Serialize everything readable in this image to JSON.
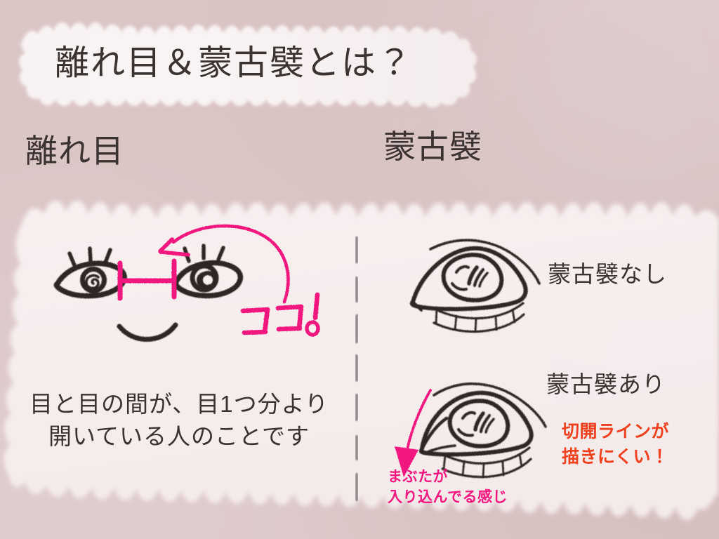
{
  "page": {
    "bg_color": "#dbc6c6",
    "panel_color": "#f6eeee",
    "ink_color": "#3b3330",
    "pink_color": "#f2187f",
    "orange_color": "#f0411f",
    "divider_color": "#8a8183"
  },
  "title": {
    "text": "離れ目＆蒙古襞とは？"
  },
  "headings": {
    "left": "離れ目",
    "right": "蒙古襞"
  },
  "left_section": {
    "caption": "目と目の間が、目1つ分より\n開いている人のことです",
    "annotation": "ココ！",
    "drawing_name": "face-with-wide-set-eyes"
  },
  "right_section": {
    "label_without": "蒙古襞なし",
    "label_with": "蒙古襞あり",
    "note_orange": "切開ラインが\n描きにくい！",
    "note_pink": "まぶたが\n入り込んでる感じ",
    "drawing_top_name": "eye-without-mongolian-fold",
    "drawing_bottom_name": "eye-with-mongolian-fold"
  },
  "icons": {
    "divider": "dashed-vertical-divider",
    "arrow_left": "curved-pink-arrow",
    "arrow_right": "curved-pink-arrow-down",
    "bracket": "pink-measure-bracket"
  }
}
